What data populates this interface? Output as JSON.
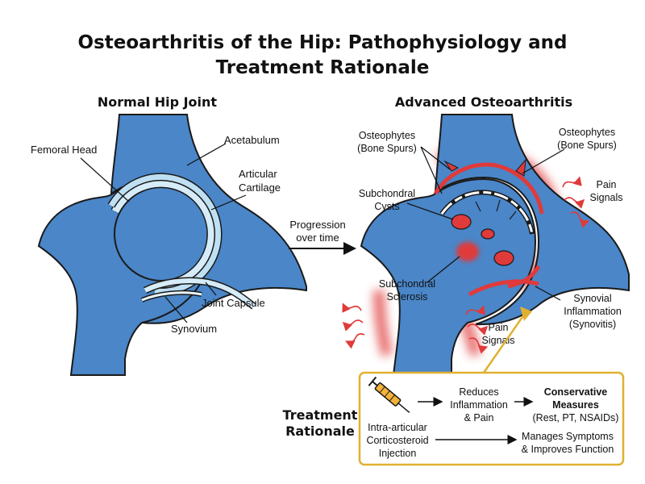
{
  "title_line1": "Osteoarthritis of the Hip: Pathophysiology and",
  "title_line2": "Treatment Rationale",
  "normal": {
    "heading": "Normal Hip Joint",
    "femoral_head": "Femoral Head",
    "acetabulum": "Acetabulum",
    "articular_l1": "Articular",
    "articular_l2": "Cartilage",
    "joint_capsule": "Joint Capsule",
    "synovium": "Synovium"
  },
  "progression": {
    "line1": "Progression",
    "line2": "over time"
  },
  "advanced": {
    "heading": "Advanced Osteoarthritis",
    "osteo_left_l1": "Osteophytes",
    "osteo_left_l2": "(Bone Spurs)",
    "osteo_right_l1": "Osteophytes",
    "osteo_right_l2": "(Bone Spurs)",
    "cysts_l1": "Subchondral",
    "cysts_l2": "Cysts",
    "sclerosis_l1": "Subchondral",
    "sclerosis_l2": "Sclerosis",
    "pain_top_l1": "Pain",
    "pain_top_l2": "Signals",
    "pain_bottom_l1": "Pain",
    "pain_bottom_l2": "Signals",
    "synovial_l1": "Synovial",
    "synovial_l2": "Inflammation",
    "synovial_l3": "(Synovitis)"
  },
  "treatment": {
    "heading_l1": "Treatment",
    "heading_l2": "Rationale",
    "injection_l1": "Intra-articular",
    "injection_l2": "Corticosteroid",
    "injection_l3": "Injection",
    "reduces_l1": "Reduces",
    "reduces_l2": "Inflammation",
    "reduces_l3": "& Pain",
    "conservative_l1": "Conservative",
    "conservative_l2": "Measures",
    "conservative_l3": "(Rest, PT, NSAIDs)",
    "manages_l1": "Manages Symptoms",
    "manages_l2": "& Improves Function"
  },
  "colors": {
    "bone": "#4a86c8",
    "outline": "#1a1a1a",
    "cartilage": "#d6ecf8",
    "inflammation": "#e03a3a",
    "treatment_border": "#e0b030"
  }
}
